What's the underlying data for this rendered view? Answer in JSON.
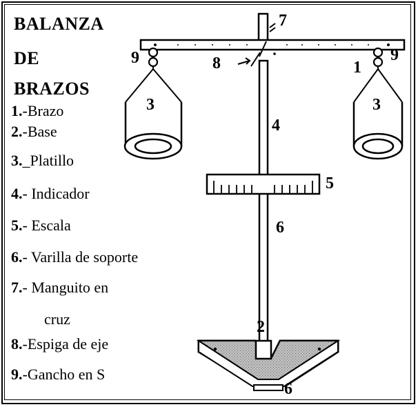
{
  "title": [
    "BALANZA",
    "DE",
    "BRAZOS"
  ],
  "legend": [
    {
      "num": "1.",
      "text": "-Brazo"
    },
    {
      "num": "2.",
      "text": "-Base"
    },
    {
      "num": "3.",
      "text": "_Platillo"
    },
    {
      "num": "4.",
      "text": "- Indicador"
    },
    {
      "num": "5.",
      "text": "- Escala"
    },
    {
      "num": "6.",
      "text": "- Varilla de soporte"
    },
    {
      "num": "7.",
      "text": "- Manguito en"
    },
    {
      "num": "",
      "text": "cruz"
    },
    {
      "num": "8.",
      "text": "-Espiga de eje"
    },
    {
      "num": "9.",
      "text": "-Gancho en S"
    }
  ],
  "labels": {
    "arm": "1",
    "base": "2",
    "pan_left": "3",
    "pan_right": "3",
    "indicator": "4",
    "scale": "5",
    "rod": "6",
    "base_foot": "6",
    "sleeve": "7",
    "pivot": "8",
    "hook_left": "9",
    "hook_right": "9"
  }
}
